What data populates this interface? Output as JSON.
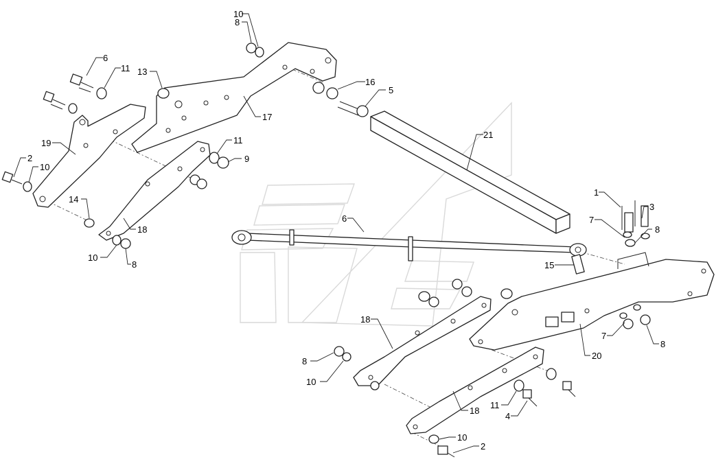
{
  "callouts": [
    {
      "id": "c10a",
      "text": "10"
    },
    {
      "id": "c8a",
      "text": "8"
    },
    {
      "id": "c6a",
      "text": "6"
    },
    {
      "id": "c11a",
      "text": "11"
    },
    {
      "id": "c13",
      "text": "13"
    },
    {
      "id": "c16",
      "text": "16"
    },
    {
      "id": "c5",
      "text": "5"
    },
    {
      "id": "c17",
      "text": "17"
    },
    {
      "id": "c19",
      "text": "19"
    },
    {
      "id": "c11b",
      "text": "11"
    },
    {
      "id": "c9",
      "text": "9"
    },
    {
      "id": "c2a",
      "text": "2"
    },
    {
      "id": "c10b",
      "text": "10"
    },
    {
      "id": "c21",
      "text": "21"
    },
    {
      "id": "c14",
      "text": "14"
    },
    {
      "id": "c18a",
      "text": "18"
    },
    {
      "id": "c10c",
      "text": "10"
    },
    {
      "id": "c8b",
      "text": "8"
    },
    {
      "id": "c6b",
      "text": "6"
    },
    {
      "id": "c1",
      "text": "1"
    },
    {
      "id": "c3",
      "text": "3"
    },
    {
      "id": "c7a",
      "text": "7"
    },
    {
      "id": "c8c",
      "text": "8"
    },
    {
      "id": "c15",
      "text": "15"
    },
    {
      "id": "c18b",
      "text": "18"
    },
    {
      "id": "c7b",
      "text": "7"
    },
    {
      "id": "c8d",
      "text": "8"
    },
    {
      "id": "c20",
      "text": "20"
    },
    {
      "id": "c8e",
      "text": "8"
    },
    {
      "id": "c10d",
      "text": "10"
    },
    {
      "id": "c11c",
      "text": "11"
    },
    {
      "id": "c4",
      "text": "4"
    },
    {
      "id": "c18c",
      "text": "18"
    },
    {
      "id": "c10e",
      "text": "10"
    },
    {
      "id": "c2b",
      "text": "2"
    }
  ]
}
